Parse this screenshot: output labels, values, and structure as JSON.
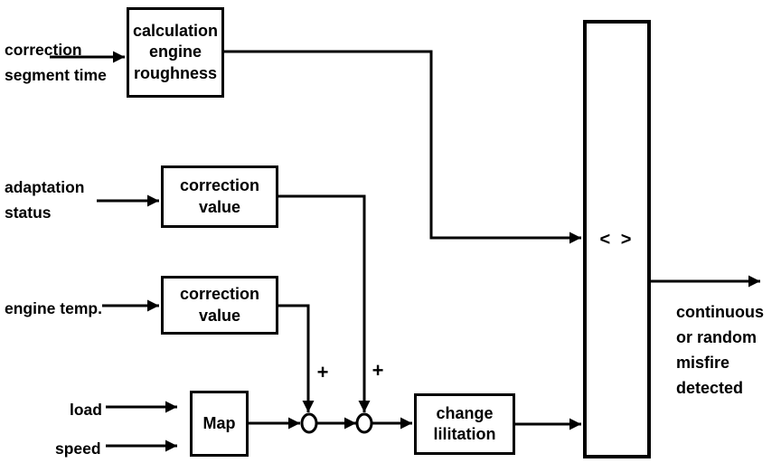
{
  "diagram": {
    "title": "misfire detection block diagram",
    "colors": {
      "line": "#000000",
      "background": "#ffffff",
      "text": "#000000"
    },
    "blocks": {
      "calculation": {
        "label": "calculation\nengine\nroughness"
      },
      "correction_value_1": {
        "label": "correction\nvalue"
      },
      "correction_value_2": {
        "label": "correction\nvalue"
      },
      "map": {
        "label": "Map"
      },
      "change_limitation": {
        "label": "change\nlilitation"
      },
      "comparator": {
        "label": "< >"
      }
    },
    "inputs": {
      "correction_segment_time": "correction\nsegment time",
      "adaptation_status": "adaptation\nstatus",
      "engine_temp": "engine temp.",
      "load": "load",
      "speed": "speed"
    },
    "output": {
      "label": "continuous\nor random\nmisfire\ndetected"
    },
    "operators": {
      "plus_1": "+",
      "plus_2": "+"
    }
  }
}
